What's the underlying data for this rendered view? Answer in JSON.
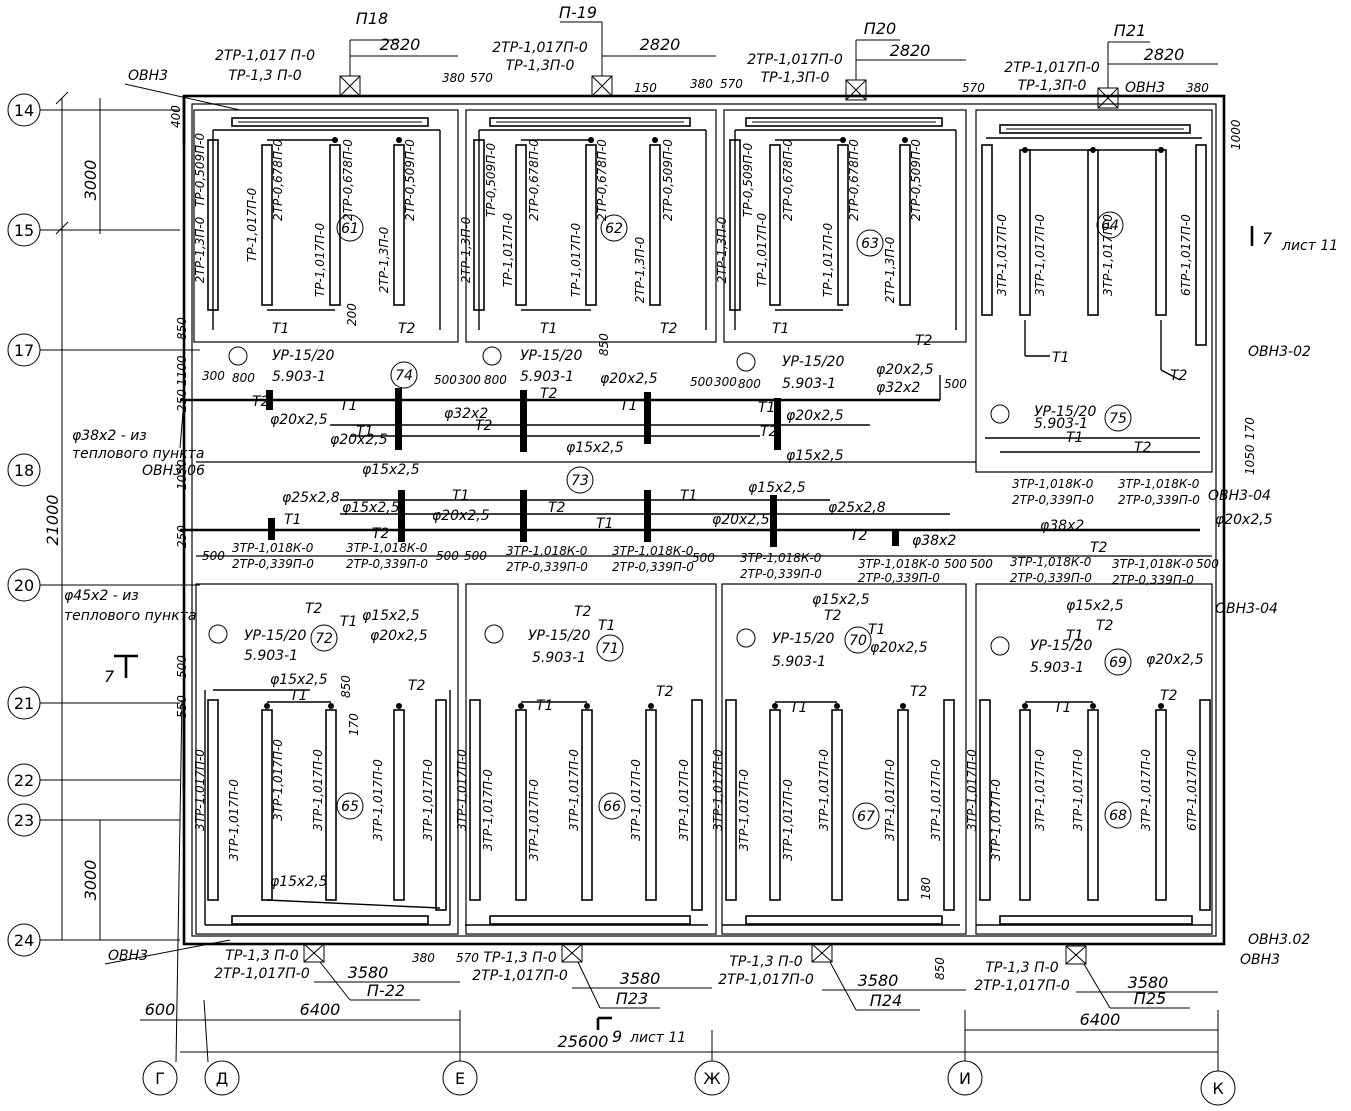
{
  "drawing": {
    "axes_rows": [
      "14",
      "15",
      "17",
      "18",
      "20",
      "21",
      "22",
      "23",
      "24"
    ],
    "axes_cols": [
      "Г",
      "Д",
      "Е",
      "Ж",
      "И",
      "К"
    ],
    "rooms": [
      "61",
      "62",
      "63",
      "64",
      "65",
      "66",
      "67",
      "68",
      "69",
      "70",
      "71",
      "72",
      "73",
      "74",
      "75"
    ],
    "risers_top": [
      "П18",
      "П-19",
      "П20",
      "П21"
    ],
    "risers_bottom": [
      "П-22",
      "П23",
      "П24",
      "П25"
    ],
    "dims_top": [
      "2820",
      "2820",
      "2820",
      "2820"
    ],
    "dims_bottom": [
      "3580",
      "3580",
      "3580",
      "3580"
    ],
    "dims_overall": [
      "6400",
      "6400",
      "25600",
      "21000",
      "3000",
      "3000",
      "600"
    ],
    "dims_small": [
      "380",
      "570",
      "380",
      "570",
      "380",
      "570",
      "380",
      "150",
      "180",
      "400",
      "1000",
      "170",
      "850",
      "1100",
      "250",
      "300",
      "800",
      "500",
      "1050",
      "200",
      "250",
      "500",
      "550",
      "170",
      "850",
      "380",
      "570",
      "180",
      "850",
      "200",
      "1050",
      "150",
      "1050"
    ],
    "equip_top": [
      "2ТР-1,017 П-0",
      "ТР-1,3 П-0"
    ],
    "equip_top_2": [
      "2ТР-1,017П-0",
      "ТР-1,3П-0"
    ],
    "equip_bottom": [
      "ТР-1,3 П-0",
      "2ТР-1,017П-0"
    ],
    "vent": [
      "ОВН3",
      "ОВН3-02",
      "ОВН3-06",
      "ОВН3-04",
      "ОВН3.02"
    ],
    "fan": [
      "УР-15/20",
      "5.903-1"
    ],
    "pipes": [
      "φ20х2,5",
      "φ32х2",
      "φ15х2,5",
      "φ25х2,8",
      "φ38х2",
      "φ38х2 - из",
      "теплового пункта",
      "φ45х2 - из",
      "теплового пункта"
    ],
    "lines": [
      "Т1",
      "Т2"
    ],
    "mid_equip": [
      "3ТР-1,018К-0",
      "2ТР-0,339П-0"
    ],
    "vert_61": [
      "ТР-0,509П-0",
      "2ТР-1,3П-0",
      "ТР-1,017П-0",
      "2ТР-0,678П-0",
      "2ТР-0,509П-0"
    ],
    "vert_64": [
      "3ТР-1,017П-0",
      "6ТР-1,017П-0"
    ],
    "vert_65": [
      "3ТР-1,017П-0",
      "ТР-1,017П-0"
    ],
    "section_top": [
      "7",
      "лист 11"
    ],
    "section_bottom": [
      "9",
      "лист 11"
    ],
    "section_left": "7"
  },
  "colors": {
    "ink": "#000000",
    "paper": "#ffffff"
  }
}
